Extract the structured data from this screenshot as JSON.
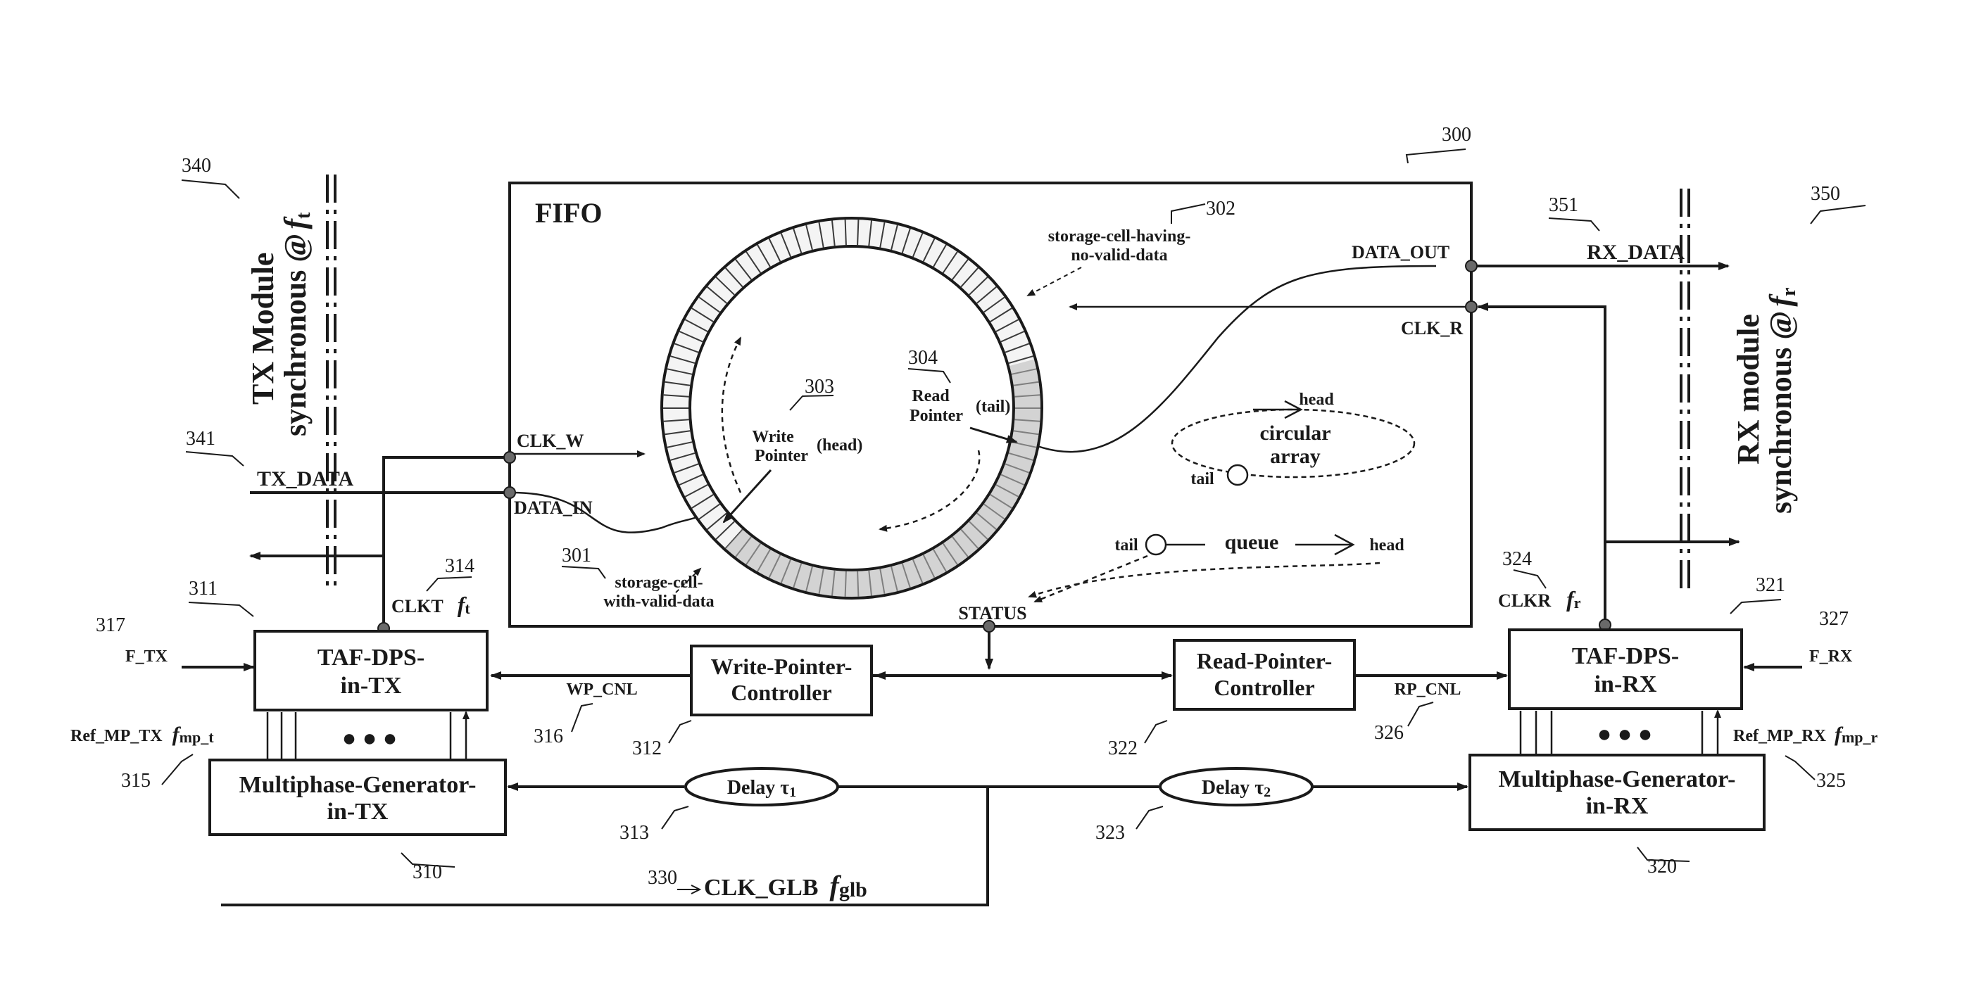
{
  "fifo": {
    "title": "FIFO",
    "ref": "300"
  },
  "tx_module": {
    "line1": "TX Module",
    "line2": "synchronous @",
    "freq": "f",
    "freq_sub": "t",
    "ref": "340"
  },
  "rx_module": {
    "line1": "RX module",
    "line2": "synchronous @",
    "freq": "f",
    "freq_sub": "r",
    "ref": "350"
  },
  "signals": {
    "tx_data": "TX_DATA",
    "tx_data_ref": "341",
    "rx_data": "RX_DATA",
    "rx_data_ref": "351",
    "clk_w": "CLK_W",
    "data_in": "DATA_IN",
    "data_out": "DATA_OUT",
    "clk_r": "CLK_R",
    "status": "STATUS",
    "clkt": "CLKT",
    "clkt_f": "f",
    "clkt_f_sub": "t",
    "clkt_ref": "314",
    "clkr": "CLKR",
    "clkr_f": "f",
    "clkr_f_sub": "r",
    "clkr_ref": "324",
    "f_tx": "F_TX",
    "f_tx_ref": "317",
    "f_rx": "F_RX",
    "f_rx_ref": "327",
    "wp_cnl": "WP_CNL",
    "wp_cnl_ref": "316",
    "rp_cnl": "RP_CNL",
    "rp_cnl_ref": "326",
    "ref_mp_tx": "Ref_MP_TX",
    "ref_mp_tx_f": "f",
    "ref_mp_tx_f_sub": "mp_t",
    "ref_mp_tx_ref": "315",
    "ref_mp_rx": "Ref_MP_RX",
    "ref_mp_rx_f": "f",
    "ref_mp_rx_f_sub": "mp_r",
    "ref_mp_rx_ref": "325",
    "clk_glb": "CLK_GLB",
    "clk_glb_f": "f",
    "clk_glb_f_sub": "glb",
    "clk_glb_ref": "330"
  },
  "blocks": {
    "taf_tx": {
      "line1": "TAF-DPS-",
      "line2": "in-TX",
      "ref": "311"
    },
    "taf_rx": {
      "line1": "TAF-DPS-",
      "line2": "in-RX",
      "ref": "321"
    },
    "wpc": {
      "line1": "Write-Pointer-",
      "line2": "Controller",
      "ref": "312"
    },
    "rpc": {
      "line1": "Read-Pointer-",
      "line2": "Controller",
      "ref": "322"
    },
    "mpg_tx": {
      "line1": "Multiphase-Generator-",
      "line2": "in-TX",
      "ref": "310"
    },
    "mpg_rx": {
      "line1": "Multiphase-Generator-",
      "line2": "in-RX",
      "ref": "320"
    },
    "delay1": {
      "label": "Delay τ",
      "sub": "1",
      "ref": "313"
    },
    "delay2": {
      "label": "Delay τ",
      "sub": "2",
      "ref": "323"
    }
  },
  "ring": {
    "no_valid_line1": "storage-cell-having-",
    "no_valid_line2": "no-valid-data",
    "no_valid_ref": "302",
    "valid_line1": "storage-cell-",
    "valid_line2": "with-valid-data",
    "valid_ref": "301",
    "write_line1": "Write",
    "write_line2": "Pointer",
    "write_head": "(head)",
    "write_ref": "303",
    "read_line1": "Read",
    "read_line2": "Pointer",
    "read_tail": "(tail)",
    "read_ref": "304"
  },
  "legend": {
    "head": "head",
    "circular_line1": "circular",
    "circular_line2": "array",
    "tail": "tail",
    "queue_tail": "tail",
    "queue": "queue",
    "queue_head": "head"
  },
  "dots": "● ● ●"
}
